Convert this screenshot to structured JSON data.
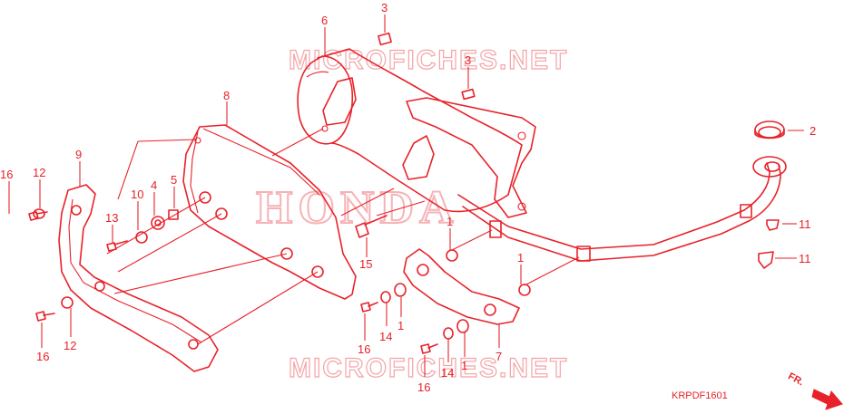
{
  "watermarks": {
    "top": "MICROFICHES.NET",
    "bottom": "MICROFICHES.NET",
    "brand": "HONDA"
  },
  "callouts": [
    {
      "id": "c6",
      "label": "6"
    },
    {
      "id": "c3a",
      "label": "3"
    },
    {
      "id": "c3b",
      "label": "3"
    },
    {
      "id": "c8",
      "label": "8"
    },
    {
      "id": "c2",
      "label": "2"
    },
    {
      "id": "c9",
      "label": "9"
    },
    {
      "id": "c16a",
      "label": "16"
    },
    {
      "id": "c12a",
      "label": "12"
    },
    {
      "id": "c10",
      "label": "10"
    },
    {
      "id": "c4",
      "label": "4"
    },
    {
      "id": "c5",
      "label": "5"
    },
    {
      "id": "c13",
      "label": "13"
    },
    {
      "id": "c15",
      "label": "15"
    },
    {
      "id": "c1a",
      "label": "1"
    },
    {
      "id": "c1b",
      "label": "1"
    },
    {
      "id": "c11a",
      "label": "11"
    },
    {
      "id": "c11b",
      "label": "11"
    },
    {
      "id": "c16b",
      "label": "16"
    },
    {
      "id": "c12b",
      "label": "12"
    },
    {
      "id": "c16c",
      "label": "16"
    },
    {
      "id": "c14a",
      "label": "14"
    },
    {
      "id": "c1c",
      "label": "1"
    },
    {
      "id": "c7",
      "label": "7"
    },
    {
      "id": "c16d",
      "label": "16"
    },
    {
      "id": "c14b",
      "label": "14"
    },
    {
      "id": "c1d",
      "label": "1"
    }
  ],
  "diagram_code": "KRPDF1601",
  "direction_label": "FR.",
  "colors": {
    "line": "#e8222a",
    "watermark": "#f4a4a7"
  }
}
